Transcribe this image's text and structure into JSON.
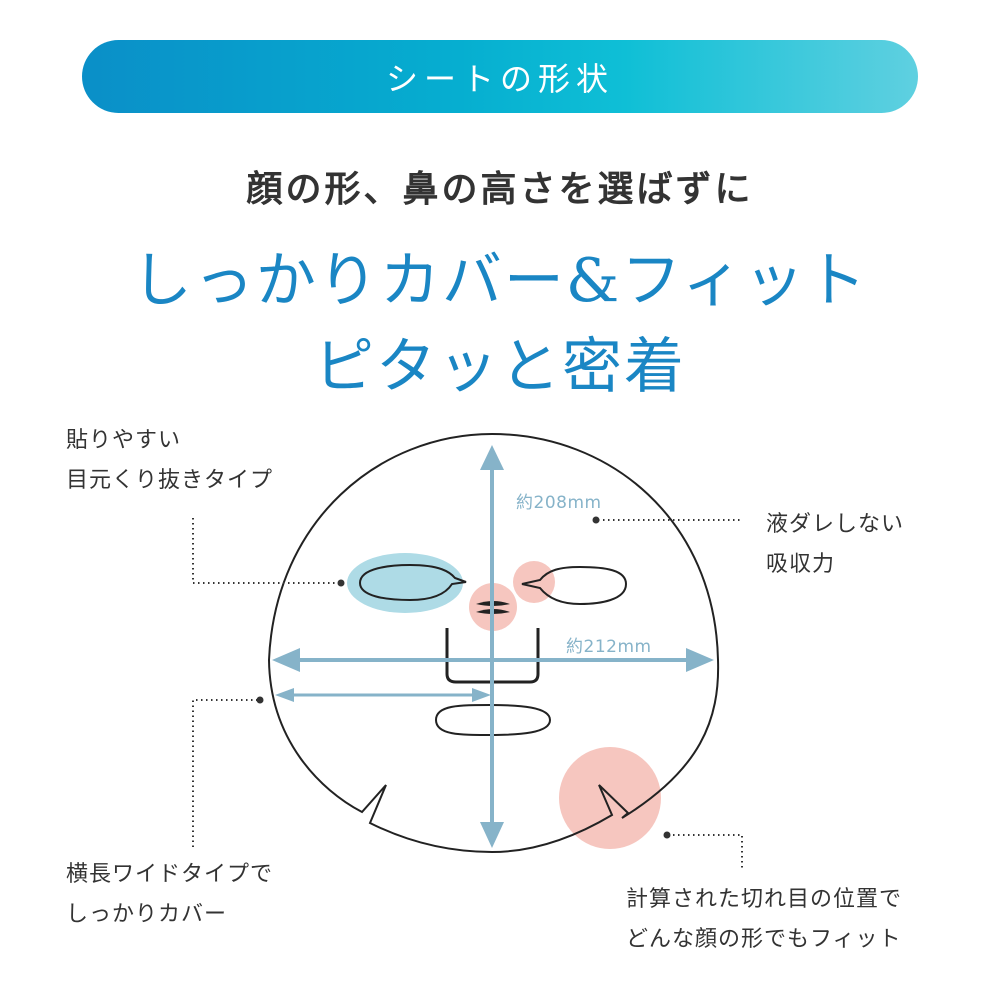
{
  "banner": {
    "title": "シートの形状"
  },
  "subtitle": "顔の形、鼻の高さを選ばずに",
  "headline": {
    "line1": "しっかりカバー&フィット",
    "line2": "ピタッと密着"
  },
  "dimensions": {
    "height": "約208mm",
    "width": "約212mm"
  },
  "callouts": {
    "top_left": {
      "line1": "貼りやすい",
      "line2": "目元くり抜きタイプ"
    },
    "top_right": {
      "line1": "液ダレしない",
      "line2": "吸収力"
    },
    "bottom_left": {
      "line1": "横長ワイドタイプで",
      "line2": "しっかりカバー"
    },
    "bottom_right": {
      "line1": "計算された切れ目の位置で",
      "line2": "どんな顔の形でもフィット"
    }
  },
  "colors": {
    "banner_gradient_start": "#0a8fc8",
    "banner_gradient_end": "#5fd0e0",
    "headline_blue": "#1a86c4",
    "arrow_blue": "#86b3c9",
    "highlight_blue": "#aedbe6",
    "highlight_pink": "#f6c6bf",
    "text_dark": "#333333"
  }
}
